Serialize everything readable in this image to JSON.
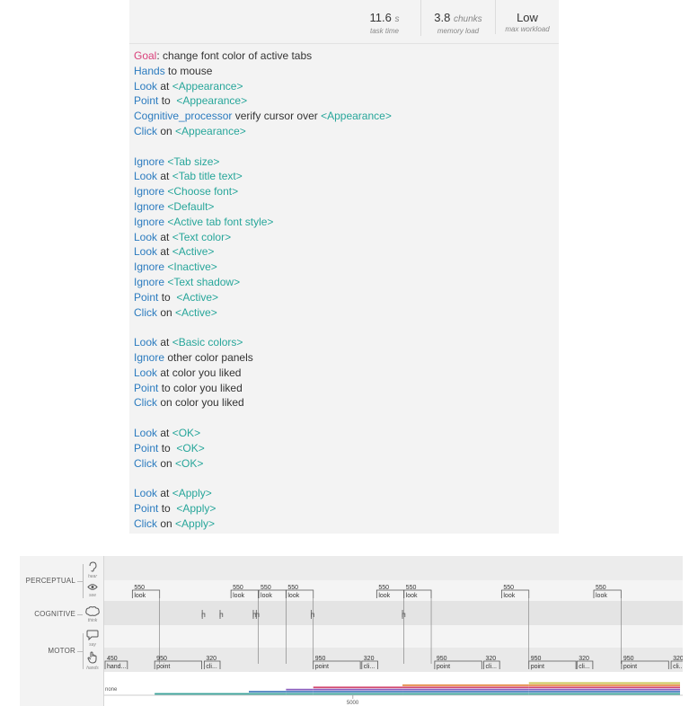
{
  "stats": [
    {
      "value": "11.6",
      "unit": "s",
      "label": "task time"
    },
    {
      "value": "3.8",
      "unit": "chunks",
      "label": "memory load"
    },
    {
      "value": "Low",
      "unit": "",
      "label": "max workload"
    }
  ],
  "script": [
    [
      {
        "t": "Goal",
        "c": "goal"
      },
      {
        "t": ": change font color of active tabs",
        "c": "txt"
      }
    ],
    [
      {
        "t": "Hands",
        "c": "op"
      },
      {
        "t": " to mouse",
        "c": "txt"
      }
    ],
    [
      {
        "t": "Look",
        "c": "op"
      },
      {
        "t": " at ",
        "c": "txt"
      },
      {
        "t": "<Appearance>",
        "c": "arg"
      }
    ],
    [
      {
        "t": "Point",
        "c": "op"
      },
      {
        "t": " to  ",
        "c": "txt"
      },
      {
        "t": "<Appearance>",
        "c": "arg"
      }
    ],
    [
      {
        "t": "Cognitive_processor",
        "c": "op"
      },
      {
        "t": " verify cursor over ",
        "c": "txt"
      },
      {
        "t": "<Appearance>",
        "c": "arg"
      }
    ],
    [
      {
        "t": "Click",
        "c": "op"
      },
      {
        "t": " on ",
        "c": "txt"
      },
      {
        "t": "<Appearance>",
        "c": "arg"
      }
    ],
    [],
    [
      {
        "t": "Ignore",
        "c": "op"
      },
      {
        "t": " ",
        "c": "txt"
      },
      {
        "t": "<Tab size>",
        "c": "arg"
      }
    ],
    [
      {
        "t": "Look",
        "c": "op"
      },
      {
        "t": " at ",
        "c": "txt"
      },
      {
        "t": "<Tab title text>",
        "c": "arg"
      }
    ],
    [
      {
        "t": "Ignore",
        "c": "op"
      },
      {
        "t": " ",
        "c": "txt"
      },
      {
        "t": "<Choose font>",
        "c": "arg"
      }
    ],
    [
      {
        "t": "Ignore",
        "c": "op"
      },
      {
        "t": " ",
        "c": "txt"
      },
      {
        "t": "<Default>",
        "c": "arg"
      }
    ],
    [
      {
        "t": "Ignore",
        "c": "op"
      },
      {
        "t": " ",
        "c": "txt"
      },
      {
        "t": "<Active tab font style>",
        "c": "arg"
      }
    ],
    [
      {
        "t": "Look",
        "c": "op"
      },
      {
        "t": " at ",
        "c": "txt"
      },
      {
        "t": "<Text color>",
        "c": "arg"
      }
    ],
    [
      {
        "t": "Look",
        "c": "op"
      },
      {
        "t": " at ",
        "c": "txt"
      },
      {
        "t": "<Active>",
        "c": "arg"
      }
    ],
    [
      {
        "t": "Ignore",
        "c": "op"
      },
      {
        "t": " ",
        "c": "txt"
      },
      {
        "t": "<Inactive>",
        "c": "arg"
      }
    ],
    [
      {
        "t": "Ignore",
        "c": "op"
      },
      {
        "t": " ",
        "c": "txt"
      },
      {
        "t": "<Text shadow>",
        "c": "arg"
      }
    ],
    [
      {
        "t": "Point",
        "c": "op"
      },
      {
        "t": " to  ",
        "c": "txt"
      },
      {
        "t": "<Active>",
        "c": "arg"
      }
    ],
    [
      {
        "t": "Click",
        "c": "op"
      },
      {
        "t": " on ",
        "c": "txt"
      },
      {
        "t": "<Active>",
        "c": "arg"
      }
    ],
    [],
    [
      {
        "t": "Look",
        "c": "op"
      },
      {
        "t": " at ",
        "c": "txt"
      },
      {
        "t": "<Basic colors>",
        "c": "arg"
      }
    ],
    [
      {
        "t": "Ignore",
        "c": "op"
      },
      {
        "t": " other color panels",
        "c": "txt"
      }
    ],
    [
      {
        "t": "Look",
        "c": "op"
      },
      {
        "t": " at color you liked",
        "c": "txt"
      }
    ],
    [
      {
        "t": "Point",
        "c": "op"
      },
      {
        "t": " to color you liked",
        "c": "txt"
      }
    ],
    [
      {
        "t": "Click",
        "c": "op"
      },
      {
        "t": " on color you liked",
        "c": "txt"
      }
    ],
    [],
    [
      {
        "t": "Look",
        "c": "op"
      },
      {
        "t": " at ",
        "c": "txt"
      },
      {
        "t": "<OK>",
        "c": "arg"
      }
    ],
    [
      {
        "t": "Point",
        "c": "op"
      },
      {
        "t": " to  ",
        "c": "txt"
      },
      {
        "t": "<OK>",
        "c": "arg"
      }
    ],
    [
      {
        "t": "Click",
        "c": "op"
      },
      {
        "t": " on ",
        "c": "txt"
      },
      {
        "t": "<OK>",
        "c": "arg"
      }
    ],
    [],
    [
      {
        "t": "Look",
        "c": "op"
      },
      {
        "t": " at ",
        "c": "txt"
      },
      {
        "t": "<Apply>",
        "c": "arg"
      }
    ],
    [
      {
        "t": "Point",
        "c": "op"
      },
      {
        "t": " to  ",
        "c": "txt"
      },
      {
        "t": "<Apply>",
        "c": "arg"
      }
    ],
    [
      {
        "t": "Click",
        "c": "op"
      },
      {
        "t": " on ",
        "c": "txt"
      },
      {
        "t": "<Apply>",
        "c": "arg"
      }
    ]
  ],
  "timeline": {
    "rows": {
      "perceptual": "PERCEPTUAL",
      "cognitive": "COGNITIVE",
      "motor": "MOTOR"
    },
    "icons": {
      "hear": {
        "icon": "ear-icon",
        "label": "hear"
      },
      "see": {
        "icon": "eye-icon",
        "label": "see"
      },
      "think": {
        "icon": "brain-icon",
        "label": "think"
      },
      "say": {
        "icon": "speech-bubble-icon",
        "label": "say"
      },
      "hands": {
        "icon": "hand-pointer-icon",
        "label": "hands"
      }
    },
    "axis": {
      "none_label": "none",
      "tick_label": "5000",
      "max_ms": 11600
    },
    "see_ops": [
      {
        "start": 550,
        "duration": 550,
        "name": "look"
      },
      {
        "start": 2540,
        "duration": 550,
        "name": "look"
      },
      {
        "start": 3100,
        "duration": 550,
        "name": "look"
      },
      {
        "start": 3650,
        "duration": 550,
        "name": "look"
      },
      {
        "start": 5480,
        "duration": 550,
        "name": "look"
      },
      {
        "start": 6030,
        "duration": 550,
        "name": "look"
      },
      {
        "start": 8000,
        "duration": 550,
        "name": "look"
      },
      {
        "start": 9860,
        "duration": 550,
        "name": "look"
      }
    ],
    "hands_ops": [
      {
        "start": 0,
        "duration": 450,
        "name": "hand..."
      },
      {
        "start": 1000,
        "duration": 950,
        "name": "point"
      },
      {
        "start": 2000,
        "duration": 320,
        "name": "cli..."
      },
      {
        "start": 4200,
        "duration": 950,
        "name": "point"
      },
      {
        "start": 5180,
        "duration": 320,
        "name": "cli..."
      },
      {
        "start": 6650,
        "duration": 950,
        "name": "point"
      },
      {
        "start": 7640,
        "duration": 320,
        "name": "cli..."
      },
      {
        "start": 8550,
        "duration": 950,
        "name": "point"
      },
      {
        "start": 9520,
        "duration": 320,
        "name": "cli..."
      },
      {
        "start": 10420,
        "duration": 950,
        "name": "point"
      },
      {
        "start": 11420,
        "duration": 320,
        "name": "cli..."
      }
    ],
    "think_ops": [
      {
        "start": 1960,
        "duration": 50
      },
      {
        "start": 2320,
        "duration": 50
      },
      {
        "start": 2990,
        "duration": 50
      },
      {
        "start": 3050,
        "duration": 50
      },
      {
        "start": 4160,
        "duration": 50
      },
      {
        "start": 6000,
        "duration": 50
      }
    ],
    "workload_steps": [
      {
        "start": 1000,
        "level": 1
      },
      {
        "start": 2900,
        "level": 2
      },
      {
        "start": 3650,
        "level": 3
      },
      {
        "start": 4200,
        "level": 4
      },
      {
        "start": 6000,
        "level": 5
      },
      {
        "start": 8550,
        "level": 6
      }
    ],
    "colors": {
      "plot_bg": "#ececec",
      "band_light": "#f4f4f4",
      "band_dark": "#e4e4e4",
      "op_line": "#555555",
      "workload": [
        "#3aa39a",
        "#4a7fc0",
        "#8a5fbf",
        "#d3486f",
        "#e58c4a",
        "#c9c04a"
      ]
    }
  }
}
